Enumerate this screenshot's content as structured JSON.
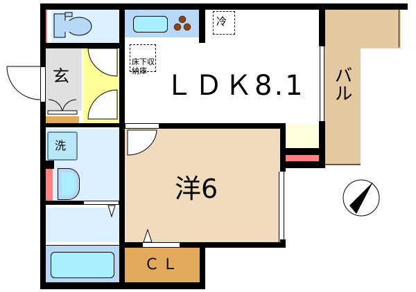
{
  "floorplan": {
    "rooms": [
      {
        "id": "ldk",
        "label": "ＬＤＫ8.1",
        "color": "#ffffe0"
      },
      {
        "id": "western",
        "label": "洋6",
        "color": "#f0dcbc"
      },
      {
        "id": "entrance",
        "label": "玄",
        "color": "#e0e0e0"
      },
      {
        "id": "balcony",
        "label": "バル",
        "color": "#e4c8a0"
      },
      {
        "id": "closet",
        "label": "ＣＬ",
        "color": "#e4aa5c"
      },
      {
        "id": "washer",
        "label": "洗",
        "color": "#b8e8f8"
      },
      {
        "id": "underfloor_storage",
        "label_line1": "床下収",
        "label_line2": "納庫"
      },
      {
        "id": "fridge",
        "label": "冷"
      }
    ],
    "colors": {
      "wall": "#000000",
      "wet_area": "#ddf0ff",
      "fixture": "#b8d8f8",
      "hallway": "#ffff99",
      "accent_red": "#ff8080",
      "stove_burner": "#8b4513"
    },
    "compass": {
      "label": "north-arrow"
    }
  }
}
